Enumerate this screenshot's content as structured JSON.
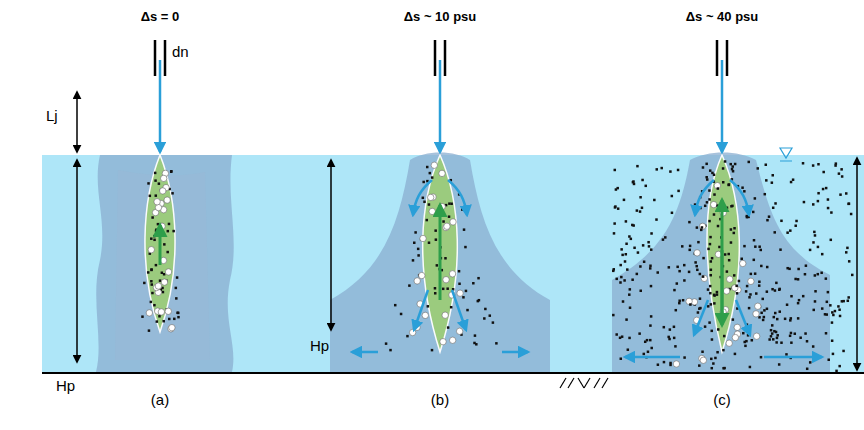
{
  "diagram": {
    "labels": [
      "Δs = 0",
      "Δs ~ 10 psu",
      "Δs ~ 40 psu",
      "dn",
      "Lj",
      "Hp",
      "Hp",
      "(a)",
      "(b)",
      "(c)"
    ]
  }
}
